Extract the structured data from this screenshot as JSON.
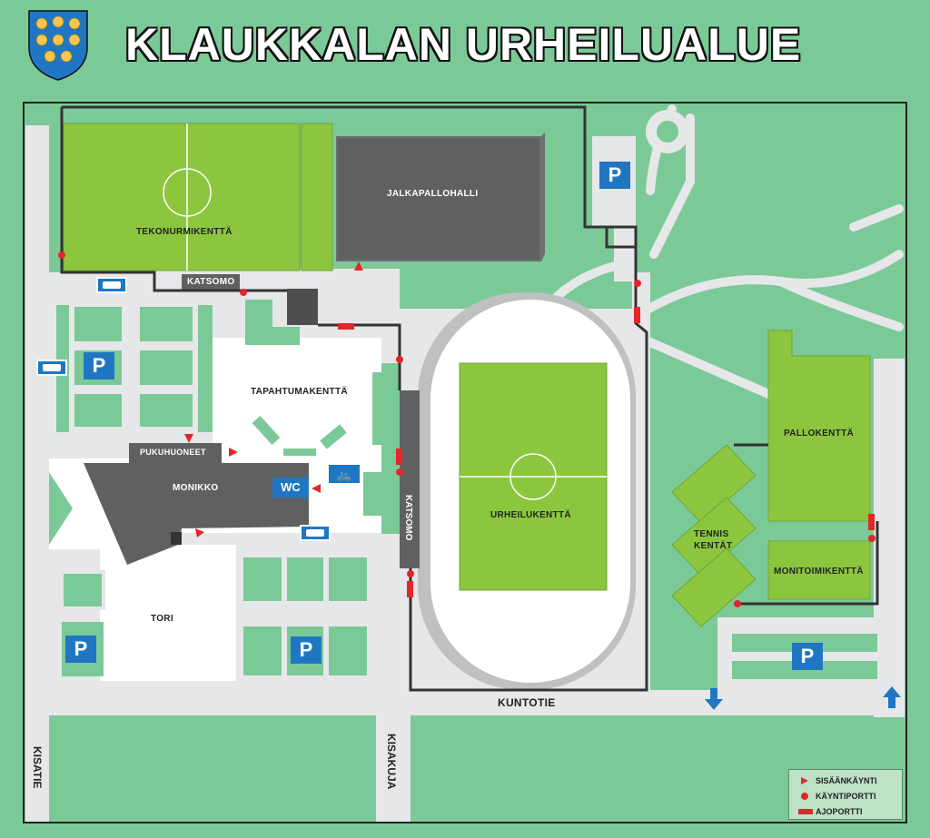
{
  "header": {
    "title": "KLAUKKALAN URHEILUALUE"
  },
  "places": {
    "tekonurmikentta": "TEKONURMIKENTTÄ",
    "jalkapallohalli": "JALKAPALLOHALLI",
    "katsomo_north": "KATSOMO",
    "tapahtumakentta": "TAPAHTUMAKENTTÄ",
    "pukuhuoneet": "PUKUHUONEET",
    "monikko": "MONIKKO",
    "wc": "WC",
    "katsomo_stadium": "KATSOMO",
    "urheilukentta": "URHEILUKENTTÄ",
    "tori": "TORI",
    "pallokentta": "PALLOKENTTÄ",
    "tennis_line1": "TENNIS",
    "tennis_line2": "KENTÄT",
    "monitoimikentta": "MONITOIMIKENTTÄ"
  },
  "roads": {
    "kuntotie": "KUNTOTIE",
    "kisatie": "KISATIE",
    "kisakuja": "KISAKUJA"
  },
  "symbols": {
    "parking": "P"
  },
  "legend": {
    "entrance": "SISÄÄNKÄYNTI",
    "walk_gate": "KÄYNTIPORTTI",
    "drive_gate": "AJOPORTTI"
  },
  "colors": {
    "background": "#7cc998",
    "field": "#8cc63f",
    "building": "#5f6062",
    "path": "#e6e7e8",
    "gate": "#e3262a",
    "sign": "#1f77c3",
    "fence": "#333333"
  }
}
